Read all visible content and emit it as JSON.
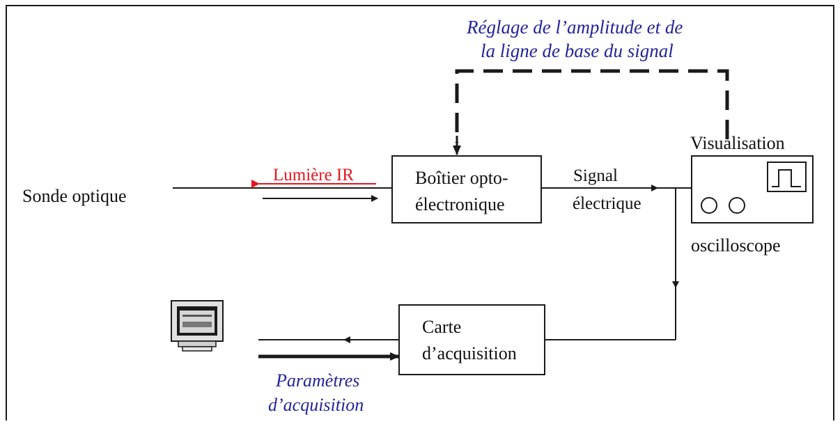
{
  "labels": {
    "sonde": "Sonde optique",
    "lumiere": "Lumière IR",
    "boitier_line1": "Boîtier opto-",
    "boitier_line2": "électronique",
    "signal_line1": "Signal",
    "signal_line2": "électrique",
    "visualisation": "Visualisation",
    "oscilloscope": "oscilloscope",
    "reglage_line1": "Réglage de l’amplitude et de",
    "reglage_line2": "la ligne de base du signal",
    "carte_line1": "Carte",
    "carte_line2": "d’acquisition",
    "parametres_line1": "Paramètres",
    "parametres_line2": "d’acquisition"
  },
  "colors": {
    "line": "#1a1a1a",
    "lumiere": "#e8141e",
    "annotation": "#23239b",
    "text": "#111111"
  },
  "icons": {
    "computer": "computer-monitor-icon",
    "oscilloscope": "oscilloscope-icon"
  }
}
